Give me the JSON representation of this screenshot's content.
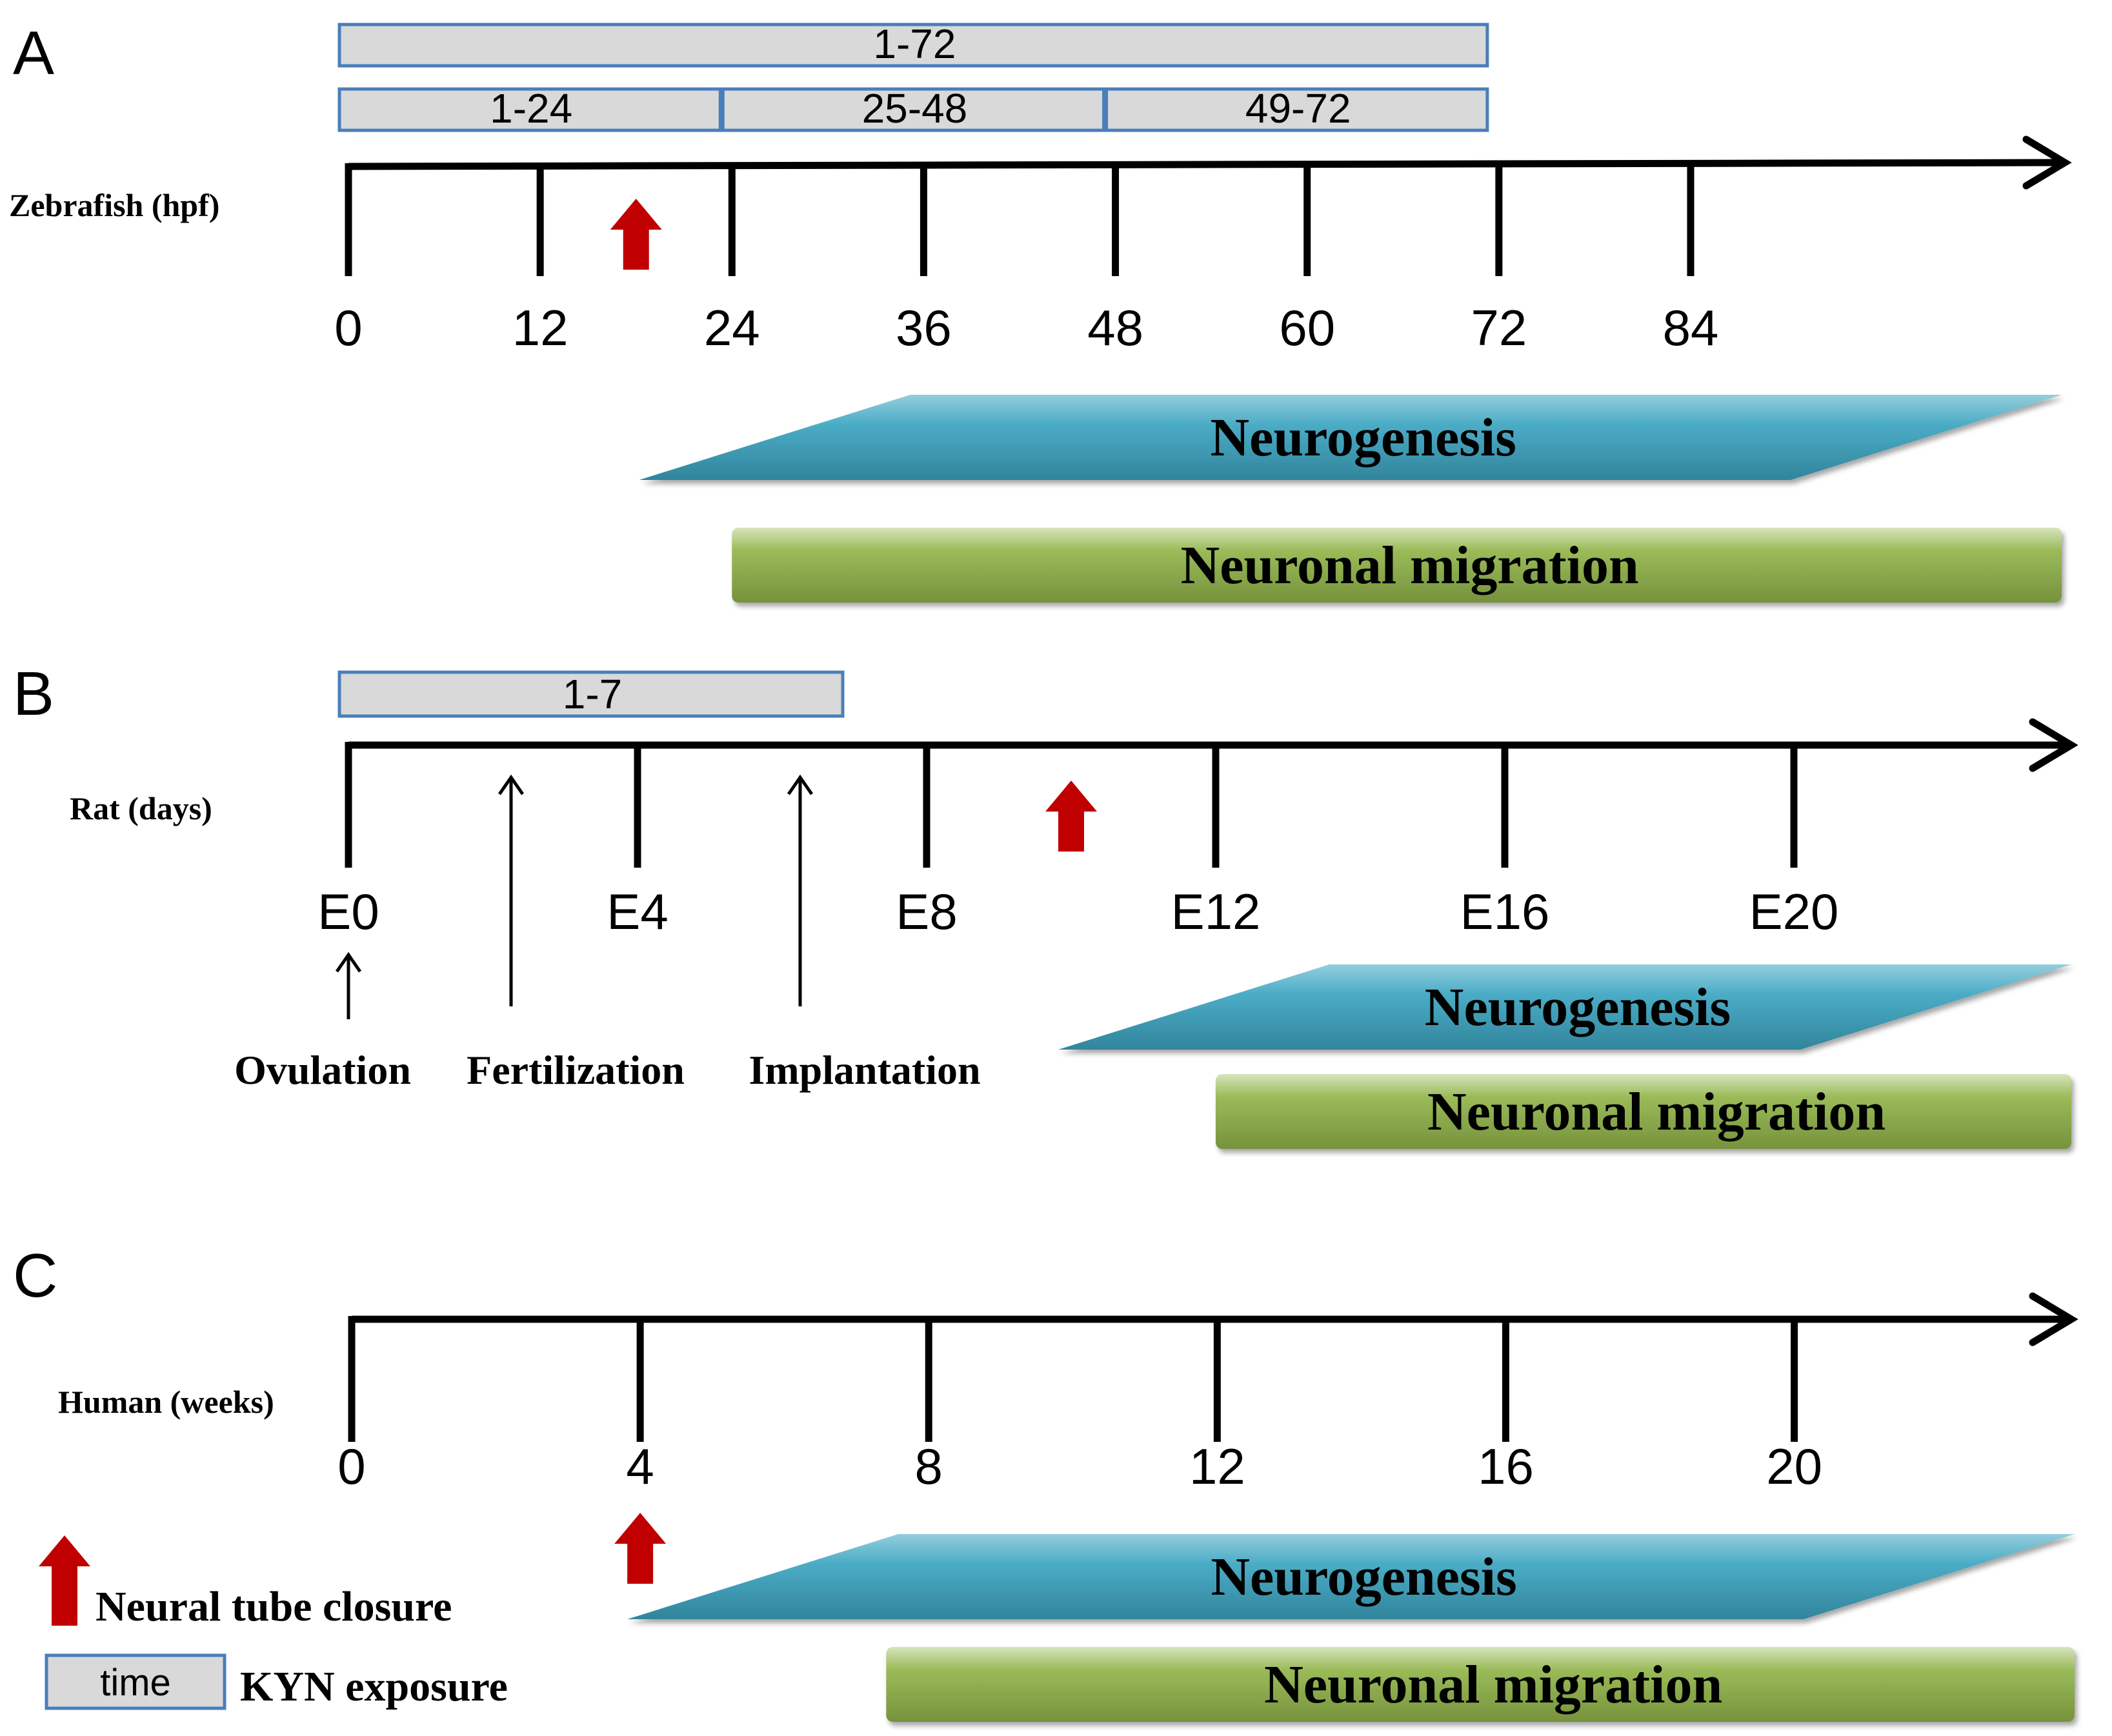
{
  "colors": {
    "axis": "#000000",
    "neural_tube_arrow": "#c00000",
    "exposure_fill": "#d9d9d9",
    "exposure_stroke": "#4a7ebb",
    "neurogenesis_fill": "#4bacc6",
    "neurogenesis_light": "#93cddd",
    "migration_fill": "#9bbb59",
    "migration_light": "#c3d69b"
  },
  "panels": [
    {
      "id": "A",
      "letter": "A",
      "axis_label": "Zebrafish (hpf)",
      "axis_range": [
        0,
        108
      ],
      "ticks": [
        {
          "value": 0,
          "label": "0"
        },
        {
          "value": 12,
          "label": "12"
        },
        {
          "value": 24,
          "label": "24"
        },
        {
          "value": 36,
          "label": "36"
        },
        {
          "value": 48,
          "label": "48"
        },
        {
          "value": 60,
          "label": "60"
        },
        {
          "value": 72,
          "label": "72"
        },
        {
          "value": 84,
          "label": "84"
        }
      ],
      "exposures": [
        {
          "label": "1-72",
          "start": 0,
          "end": 72,
          "row": 0
        },
        {
          "label": "1-24",
          "start": 0,
          "end": 24,
          "row": 1
        },
        {
          "label": "25-48",
          "start": 24,
          "end": 48,
          "row": 1
        },
        {
          "label": "49-72",
          "start": 48,
          "end": 72,
          "row": 1
        }
      ],
      "neural_tube_closure": 18,
      "events": [],
      "neurogenesis": {
        "label": "Neurogenesis",
        "start": 19,
        "end": 108
      },
      "neuronal_migration": {
        "label": "Neuronal migration",
        "start": 24,
        "end": 108
      }
    },
    {
      "id": "B",
      "letter": "B",
      "axis_label": "Rat (days)",
      "axis_range": [
        0,
        24
      ],
      "ticks": [
        {
          "value": 0,
          "label": "E0"
        },
        {
          "value": 4,
          "label": "E4"
        },
        {
          "value": 8,
          "label": "E8"
        },
        {
          "value": 12,
          "label": "E12"
        },
        {
          "value": 16,
          "label": "E16"
        },
        {
          "value": 20,
          "label": "E20"
        }
      ],
      "exposures": [
        {
          "label": "1-7",
          "start": 0,
          "end": 7,
          "row": 0
        }
      ],
      "neural_tube_closure": 10,
      "events": [
        {
          "label": "Ovulation",
          "value": 0,
          "below_tick": true
        },
        {
          "label": "Fertilization",
          "value": 2.25,
          "below_tick": false
        },
        {
          "label": "Implantation",
          "value": 6.25,
          "below_tick": false
        }
      ],
      "neurogenesis": {
        "label": "Neurogenesis",
        "start": 10,
        "end": 24
      },
      "neuronal_migration": {
        "label": "Neuronal migration",
        "start": 12,
        "end": 24
      }
    },
    {
      "id": "C",
      "letter": "C",
      "axis_label": "Human (weeks)",
      "axis_range": [
        0,
        24
      ],
      "ticks": [
        {
          "value": 0,
          "label": "0"
        },
        {
          "value": 4,
          "label": "4"
        },
        {
          "value": 8,
          "label": "8"
        },
        {
          "value": 12,
          "label": "12"
        },
        {
          "value": 16,
          "label": "16"
        },
        {
          "value": 20,
          "label": "20"
        }
      ],
      "exposures": [],
      "neural_tube_closure": 4,
      "events": [],
      "neurogenesis": {
        "label": "Neurogenesis",
        "start": 4,
        "end": 24
      },
      "neuronal_migration": {
        "label": "Neuronal migration",
        "start": 7.5,
        "end": 24
      }
    }
  ],
  "legend": {
    "arrow_label": "Neural tube closure",
    "box_text": "time",
    "box_label": "KYN exposure"
  }
}
